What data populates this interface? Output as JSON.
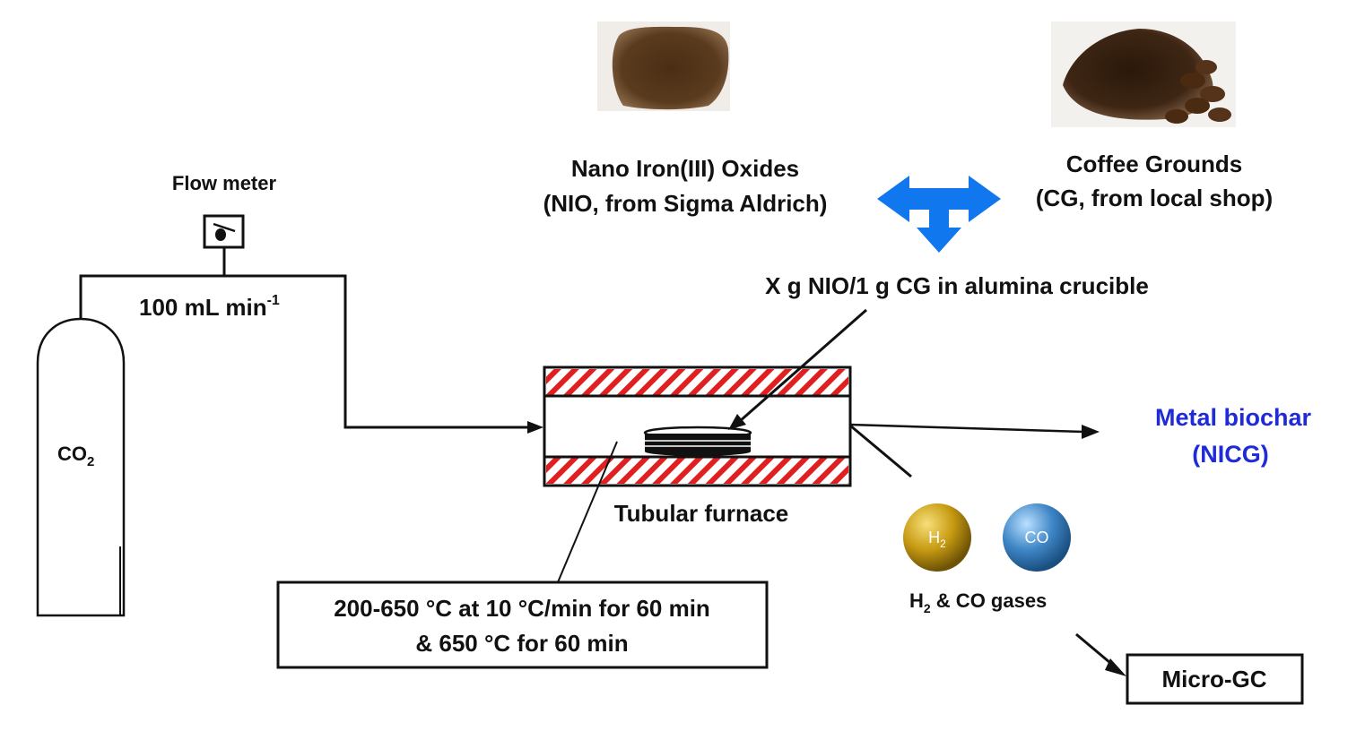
{
  "diagram": {
    "flow_meter_label": "Flow meter",
    "flow_rate": {
      "text": "100 mL min",
      "superscript": "-1"
    },
    "gas_cylinder": {
      "text": "CO",
      "subscript": "2"
    },
    "nio": {
      "line1": "Nano Iron(III) Oxides",
      "line2": "(NIO, from Sigma Aldrich)"
    },
    "cg": {
      "line1": "Coffee Grounds",
      "line2": "(CG, from local shop)"
    },
    "mixture_label": "X g NIO/1 g CG in alumina crucible",
    "furnace_label": "Tubular furnace",
    "conditions": {
      "line1": "200-650 °C at 10 °C/min for 60 min",
      "line2": "& 650  °C for 60 min"
    },
    "product": {
      "line1": "Metal biochar",
      "line2": "(NICG)"
    },
    "h2_sphere": {
      "text": "H",
      "subscript": "2"
    },
    "co_sphere": {
      "text": "CO"
    },
    "gases_label": {
      "text": "H",
      "subscript": "2",
      "tail": " & CO gases"
    },
    "analyzer_label": "Micro-GC",
    "colors": {
      "arrow_blue": "#1177ee",
      "hatch_red": "#e02020",
      "product_text": "#1f2bd6",
      "h2_sphere": "#c79a12",
      "co_sphere": "#3f86c6",
      "iron_oxide_powder": "#5a3b1e",
      "coffee_grounds": "#3e2614"
    }
  }
}
